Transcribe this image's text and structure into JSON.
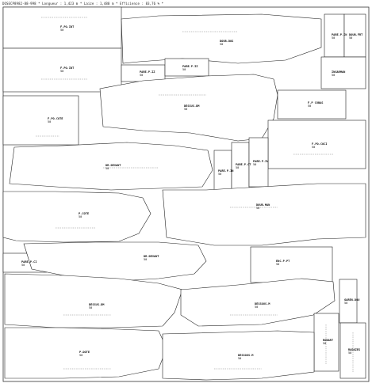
{
  "header": {
    "text": "DOSECP8982-88-998 * Longueur : 1,423 m * Laize : 1,480 m * Efficience : 83,76 % *"
  },
  "pieces": [
    {
      "id": "p01",
      "name": "F.PO.INT",
      "qty": "50"
    },
    {
      "id": "p02",
      "name": "F.PO.INT",
      "qty": "50"
    },
    {
      "id": "p03",
      "name": "DOUB.DOS",
      "qty": "50"
    },
    {
      "id": "p04",
      "name": "PARE.P.IN",
      "qty": "50"
    },
    {
      "id": "p05",
      "name": "DOUB.FRT",
      "qty": "50"
    },
    {
      "id": "p06",
      "name": "PARE.P.IZ",
      "qty": "50"
    },
    {
      "id": "p07",
      "name": "PARE.P.IZ",
      "qty": "50"
    },
    {
      "id": "p08",
      "name": "INGARMAN",
      "qty": "50"
    },
    {
      "id": "p09",
      "name": "DESSUS.DM",
      "qty": "50"
    },
    {
      "id": "p10",
      "name": "F.P CUBAS",
      "qty": "50"
    },
    {
      "id": "p11",
      "name": "F.PO.COTE",
      "qty": "50"
    },
    {
      "id": "p12",
      "name": "F.PO.COCI",
      "qty": "50"
    },
    {
      "id": "p13",
      "name": "DR.DEVANT",
      "qty": "50"
    },
    {
      "id": "p14",
      "name": "PARE.P.IN",
      "qty": "50"
    },
    {
      "id": "p15",
      "name": "PARE.P.CT",
      "qty": "50"
    },
    {
      "id": "p16",
      "name": "PARE.P.IV",
      "qty": "50"
    },
    {
      "id": "p17",
      "name": "P.COTE",
      "qty": "50"
    },
    {
      "id": "p18",
      "name": "DOUB.MAN",
      "qty": "50"
    },
    {
      "id": "p19",
      "name": "PARE.P.CI",
      "qty": "50"
    },
    {
      "id": "p20",
      "name": "DR.DEVANT",
      "qty": "50"
    },
    {
      "id": "p21",
      "name": "ENC.P.PT",
      "qty": "50"
    },
    {
      "id": "p22",
      "name": "DESSUS.DM",
      "qty": "50"
    },
    {
      "id": "p23",
      "name": "DESSOUS.M",
      "qty": "50"
    },
    {
      "id": "p24",
      "name": "GAREN.DOU",
      "qty": "50"
    },
    {
      "id": "p25",
      "name": "ROBART",
      "qty": "50"
    },
    {
      "id": "p26",
      "name": "P.DOTE",
      "qty": "50"
    },
    {
      "id": "p27",
      "name": "DESSOUS.M",
      "qty": "50"
    },
    {
      "id": "p28",
      "name": "RADAZES",
      "qty": "50"
    }
  ]
}
